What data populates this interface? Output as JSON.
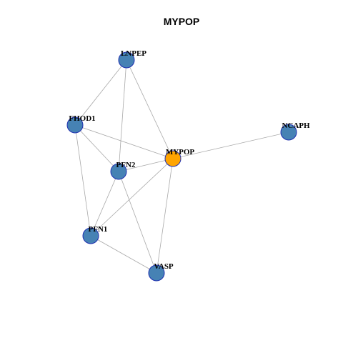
{
  "title": "MYPOP",
  "colors": {
    "center_node": "#ffa500",
    "neighbor_node": "#4682b4",
    "node_border": "#1f2fb0",
    "edge": "#a8a8a8"
  },
  "nodes": [
    {
      "id": "MYPOP",
      "label": "MYPOP",
      "role": "center"
    },
    {
      "id": "LNPEP",
      "label": "LNPEP",
      "role": "neighbor"
    },
    {
      "id": "FHOD1",
      "label": "FHOD1",
      "role": "neighbor"
    },
    {
      "id": "NCAPH",
      "label": "NCAPH",
      "role": "neighbor"
    },
    {
      "id": "PFN2",
      "label": "PFN2",
      "role": "neighbor"
    },
    {
      "id": "PFN1",
      "label": "PFN1",
      "role": "neighbor"
    },
    {
      "id": "VASP",
      "label": "VASP",
      "role": "neighbor"
    }
  ],
  "edges": [
    [
      "LNPEP",
      "FHOD1"
    ],
    [
      "LNPEP",
      "PFN2"
    ],
    [
      "LNPEP",
      "MYPOP"
    ],
    [
      "FHOD1",
      "PFN2"
    ],
    [
      "FHOD1",
      "MYPOP"
    ],
    [
      "FHOD1",
      "PFN1"
    ],
    [
      "MYPOP",
      "NCAPH"
    ],
    [
      "MYPOP",
      "PFN2"
    ],
    [
      "MYPOP",
      "PFN1"
    ],
    [
      "MYPOP",
      "VASP"
    ],
    [
      "PFN2",
      "PFN1"
    ],
    [
      "PFN2",
      "VASP"
    ],
    [
      "PFN1",
      "VASP"
    ]
  ]
}
